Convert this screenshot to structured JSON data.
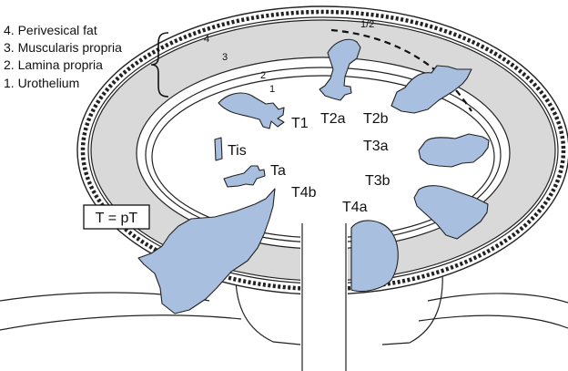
{
  "legend": {
    "items": [
      "4. Perivesical fat",
      "3. Muscularis propria",
      "2. Lamina propria",
      "1. Urothelium"
    ]
  },
  "layer_numbers": {
    "n4": "4",
    "n3": "3",
    "n2": "2",
    "n1": "1",
    "half": "1/2"
  },
  "box_label": "T = pT",
  "stages": {
    "tis": "Tis",
    "ta": "Ta",
    "t1": "T1",
    "t2a": "T2a",
    "t2b": "T2b",
    "t3a": "T3a",
    "t3b": "T3b",
    "t4a": "T4a",
    "t4b": "T4b"
  },
  "colors": {
    "tumor_fill": "#a9bfe0",
    "muscle_layer": "#d9d9d9",
    "outline": "#222222"
  }
}
